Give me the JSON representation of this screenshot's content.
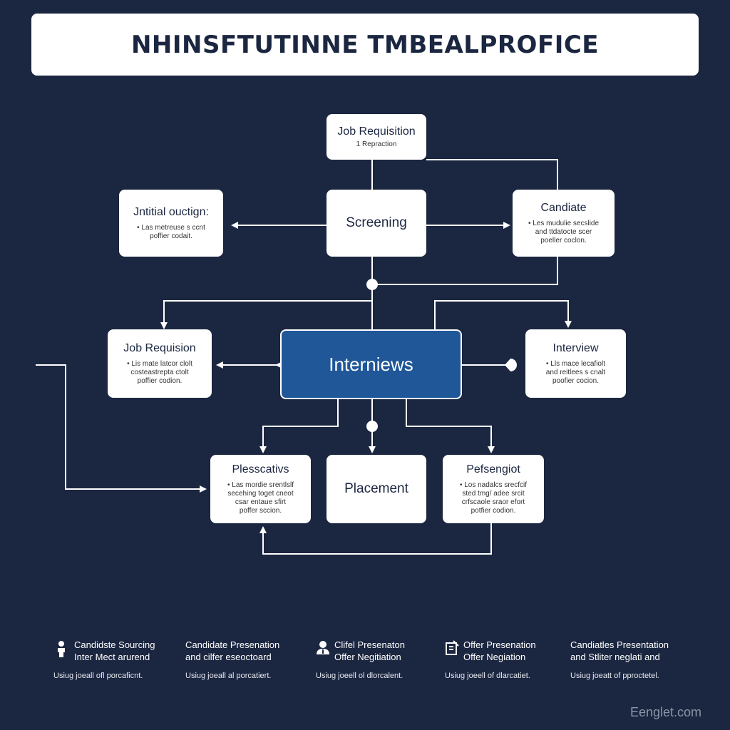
{
  "title": "NHINSFTUTINNE TMBEALPROFICE",
  "nodes": {
    "job_req_top": {
      "title": "Job Requisition",
      "sub": "1 Repraction"
    },
    "initial": {
      "title": "Jntitial ouctign:",
      "sub": "• Las metreuse s ccnt\npoffier codait."
    },
    "screening": {
      "title": "Screening"
    },
    "candiate": {
      "title": "Candiate",
      "sub": "• Les mudulie secslide\nand ttdatocte scer\npoeller coclon."
    },
    "job_req_mid": {
      "title": "Job Requision",
      "sub": "• Lis mate latcor clolt\ncosteastrepta ctolt\npoffier codion."
    },
    "interniews": {
      "title": "Interniews"
    },
    "interview": {
      "title": "Interview",
      "sub": "• Lls mace lecafiolt\nand reitlees s cnalt\npoofier cocion."
    },
    "plesscativs": {
      "title": "Plesscativs",
      "sub": "• Las mordie srentlslf\nsecehing toget cneot\ncsar entaue sfirt\npoffer sccion."
    },
    "placement": {
      "title": "Placement"
    },
    "pefsengiot": {
      "title": "Pefsengiot",
      "sub": "• Los nadalcs srecfcif\nsted tmg/ adee srcit\ncrfscaole sraor efort\npotfier codion."
    }
  },
  "legend": [
    {
      "icon": "person-icon",
      "title": "Candidste Sourcing\nInter Mect arurend",
      "desc": "Usiug joeall ofl porcaficnt."
    },
    {
      "icon": "",
      "title": "Candidate Presenation\nand cilfer eseoctoard",
      "desc": "Usiug joeall al porcatiert."
    },
    {
      "icon": "user-group-icon",
      "title": "Clifel Presenaton\nOffer Negitiation",
      "desc": "Usiug joeell ol dlorcalent."
    },
    {
      "icon": "document-icon",
      "title": "Offer Presenation\nOffer Negiation",
      "desc": "Usiug joeell of dlarcatiet."
    },
    {
      "icon": "",
      "title": "Candiatles Presentation\nand Stliter neglati and",
      "desc": "Usiug joeatt of pproctetel."
    }
  ],
  "watermark": "Eenglet.com",
  "colors": {
    "background": "#1b2640",
    "highlight": "#1f5799",
    "node": "#ffffff",
    "line": "#ffffff"
  }
}
